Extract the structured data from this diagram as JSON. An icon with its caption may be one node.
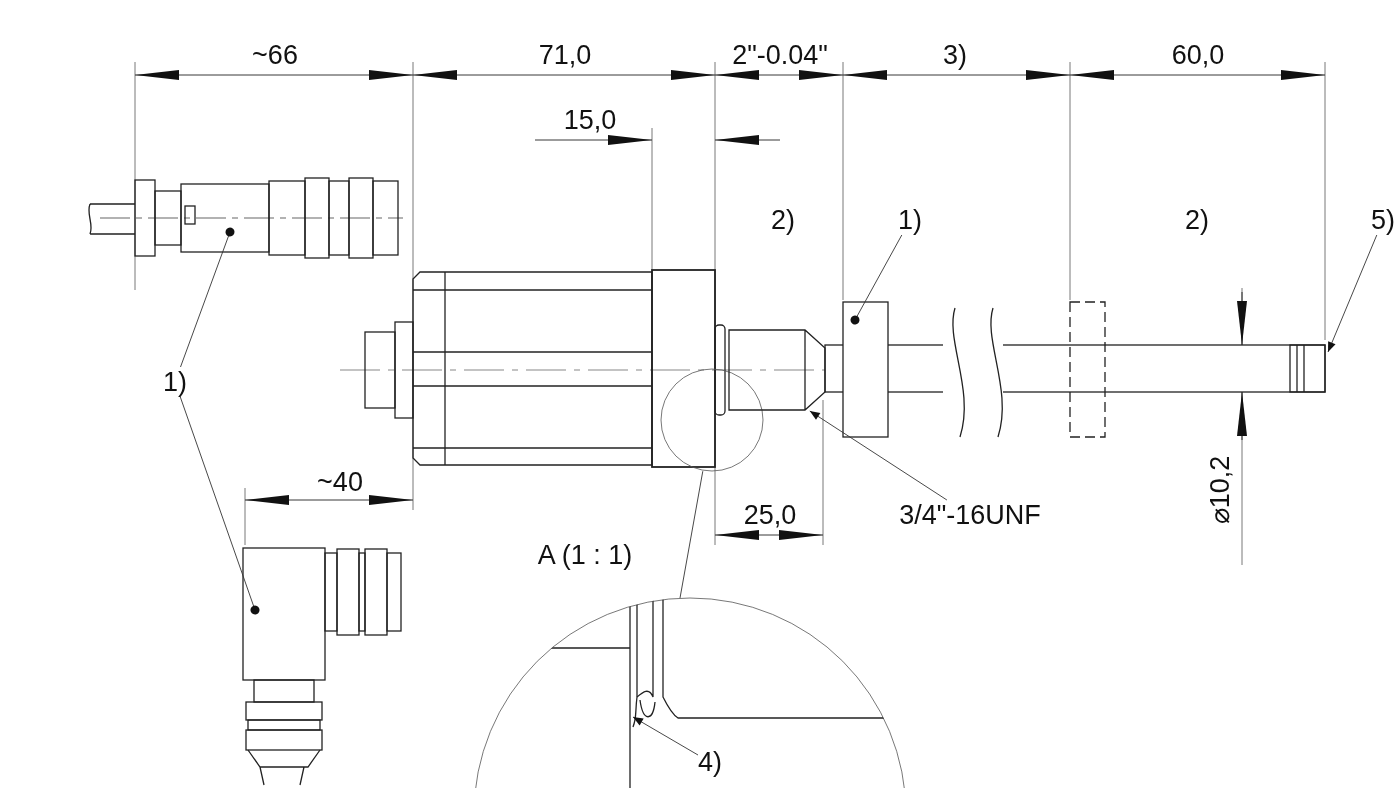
{
  "diagram": {
    "nodes": [
      {
        "text": [
          "1)"
        ]
      },
      {
        "text": [],
        "shape": "picture"
      },
      {
        "text": [],
        "shape": "picture"
      },
      {
        "text": [
          "1)"
        ]
      },
      {
        "text": [
          "3/4\"-16UNF"
        ]
      },
      {
        "text": [
          "5)"
        ]
      },
      {
        "text": [],
        "shape": "circle"
      },
      {
        "text": [
          "A (1 : 1)"
        ]
      },
      {
        "text": [
          "4)"
        ],
        "in": 7
      },
      {
        "text": [],
        "shape": "picture"
      },
      {
        "text": [],
        "shape": "box"
      }
    ],
    "edges": [
      {
        "from": 0,
        "to": 1,
        "arrow": "other"
      },
      {
        "from": 0,
        "to": 2,
        "arrow": "other"
      },
      {
        "from": 3,
        "to": 10,
        "arrow": "other"
      },
      {
        "from": 4,
        "to": 9,
        "arrow": "to"
      },
      {
        "from": 5,
        "to": null,
        "arrow": "to"
      },
      {
        "from": 6,
        "to": 7,
        "arrow": "none"
      },
      {
        "from": 8,
        "to": 7,
        "arrow": "to"
      }
    ],
    "labels": [
      "~66",
      "71,0",
      "2\"-0.04\"",
      "3)",
      "60,0",
      "15,0",
      "2)",
      "2)",
      "~40",
      "25,0",
      "⌀10,2"
    ]
  }
}
